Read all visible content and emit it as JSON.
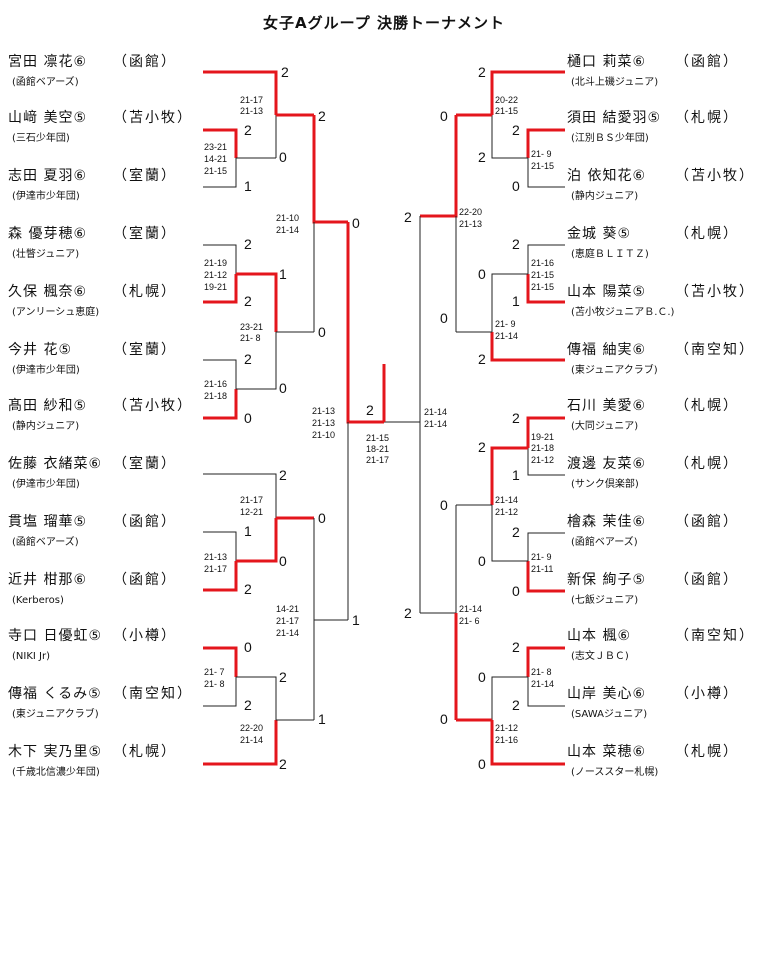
{
  "title": "女子Aグループ 決勝トーナメント",
  "colors": {
    "winner_line": "#e4161c",
    "loser_line": "#222222"
  },
  "left_players": [
    {
      "name": "宮田 凛花⑥",
      "region": "（函館）",
      "team": "(函館ベアーズ)"
    },
    {
      "name": "山﨑 美空⑤",
      "region": "（苫小牧）",
      "team": "(三石少年団)"
    },
    {
      "name": "志田 夏羽⑥",
      "region": "（室蘭）",
      "team": "(伊達市少年団)"
    },
    {
      "name": "森 優芽穂⑥",
      "region": "（室蘭）",
      "team": "(壮瞥ジュニア)"
    },
    {
      "name": "久保 楓奈⑥",
      "region": "（札幌）",
      "team": "(アンリーシュ恵庭)"
    },
    {
      "name": "今井 花⑤",
      "region": "（室蘭）",
      "team": "(伊達市少年団)"
    },
    {
      "name": "髙田 紗和⑤",
      "region": "（苫小牧）",
      "team": "(静内ジュニア)"
    },
    {
      "name": "佐藤 衣緒菜⑥",
      "region": "（室蘭）",
      "team": "(伊達市少年団)"
    },
    {
      "name": "貫塩 瑠華⑤",
      "region": "（函館）",
      "team": "(函館ベアーズ)"
    },
    {
      "name": "近井 柑那⑥",
      "region": "（函館）",
      "team": "(Kerberos)"
    },
    {
      "name": "寺口 日優虹⑤",
      "region": "（小樽）",
      "team": "(NIKI Jr)"
    },
    {
      "name": "傳福 くるみ⑤",
      "region": "（南空知）",
      "team": "(東ジュニアクラブ)"
    },
    {
      "name": "木下 実乃里⑤",
      "region": "（札幌）",
      "team": "(千歳北信濃少年団)"
    }
  ],
  "right_players": [
    {
      "name": "樋口 莉菜⑥",
      "region": "（函館）",
      "team": "(北斗上磯ジュニア)"
    },
    {
      "name": "須田 結愛羽⑤",
      "region": "（札幌）",
      "team": "(江別ＢＳ少年団)"
    },
    {
      "name": "泊 依知花⑥",
      "region": "（苫小牧）",
      "team": "(静内ジュニア)"
    },
    {
      "name": "金城 葵⑤",
      "region": "（札幌）",
      "team": "(恵庭ＢＬＩＴＺ)"
    },
    {
      "name": "山本 陽菜⑤",
      "region": "（苫小牧）",
      "team": "(苫小牧ジュニアＢ.Ｃ.)"
    },
    {
      "name": "傳福 紬実⑥",
      "region": "（南空知）",
      "team": "(東ジュニアクラブ)"
    },
    {
      "name": "石川 美愛⑥",
      "region": "（札幌）",
      "team": "(大同ジュニア)"
    },
    {
      "name": "渡邊 友菜⑥",
      "region": "（札幌）",
      "team": "(サンク倶楽部)"
    },
    {
      "name": "檜森 茉佳⑥",
      "region": "（函館）",
      "team": "(函館ベアーズ)"
    },
    {
      "name": "新保 絢子⑤",
      "region": "（函館）",
      "team": "(七飯ジュニア)"
    },
    {
      "name": "山本 楓⑥",
      "region": "（南空知）",
      "team": "(志文ＪＢＣ)"
    },
    {
      "name": "山岸 美心⑥",
      "region": "（小樽）",
      "team": "(SAWAジュニア)"
    },
    {
      "name": "山本 菜穂⑥",
      "region": "（札幌）",
      "team": "(ノーススター札幌)"
    }
  ],
  "scores": [
    {
      "text": "21-17"
    },
    {
      "text": "21-13"
    },
    {
      "text": "23-21"
    },
    {
      "text": "14-21"
    },
    {
      "text": "21-15"
    },
    {
      "text": "21-19"
    },
    {
      "text": "21-12"
    },
    {
      "text": "19-21"
    },
    {
      "text": "23-21"
    },
    {
      "text": "21- 8"
    },
    {
      "text": "21-16"
    },
    {
      "text": "21-18"
    },
    {
      "text": "21-10"
    },
    {
      "text": "21-14"
    },
    {
      "text": "21-17"
    },
    {
      "text": "12-21"
    },
    {
      "text": "21-13"
    },
    {
      "text": "21-17"
    },
    {
      "text": "21- 7"
    },
    {
      "text": "21- 8"
    },
    {
      "text": "22-20"
    },
    {
      "text": "21-14"
    },
    {
      "text": "14-21"
    },
    {
      "text": "21-17"
    },
    {
      "text": "21-14"
    },
    {
      "text": "21-13"
    },
    {
      "text": "21-13"
    },
    {
      "text": "21-10"
    },
    {
      "text": "20-22"
    },
    {
      "text": "21-15"
    },
    {
      "text": "21- 9"
    },
    {
      "text": "21-15"
    },
    {
      "text": "22-20"
    },
    {
      "text": "21-13"
    },
    {
      "text": "21-16"
    },
    {
      "text": "21-15"
    },
    {
      "text": "21-15"
    },
    {
      "text": "21- 9"
    },
    {
      "text": "21-14"
    },
    {
      "text": "21-15"
    },
    {
      "text": "18-21"
    },
    {
      "text": "21-17"
    },
    {
      "text": "21-14"
    },
    {
      "text": "21-14"
    },
    {
      "text": "19-21"
    },
    {
      "text": "21-18"
    },
    {
      "text": "21-12"
    },
    {
      "text": "21-14"
    },
    {
      "text": "21-12"
    },
    {
      "text": "21- 9"
    },
    {
      "text": "21-11"
    },
    {
      "text": "21-14"
    },
    {
      "text": "21- 6"
    },
    {
      "text": "21- 8"
    },
    {
      "text": "21-14"
    },
    {
      "text": "21-12"
    },
    {
      "text": "21-16"
    }
  ],
  "game_counts": [
    {
      "v": "2"
    },
    {
      "v": "2"
    },
    {
      "v": "0"
    },
    {
      "v": "1"
    },
    {
      "v": "2"
    },
    {
      "v": "1"
    },
    {
      "v": "2"
    },
    {
      "v": "2"
    },
    {
      "v": "0"
    },
    {
      "v": "0"
    },
    {
      "v": "0"
    },
    {
      "v": "2"
    },
    {
      "v": "2"
    },
    {
      "v": "1"
    },
    {
      "v": "0"
    },
    {
      "v": "2"
    },
    {
      "v": "0"
    },
    {
      "v": "2"
    },
    {
      "v": "2"
    },
    {
      "v": "1"
    },
    {
      "v": "2"
    },
    {
      "v": "0"
    },
    {
      "v": "0"
    },
    {
      "v": "1"
    },
    {
      "v": "2"
    },
    {
      "v": "2"
    },
    {
      "v": "2"
    },
    {
      "v": "0"
    },
    {
      "v": "2"
    },
    {
      "v": "0"
    },
    {
      "v": "1"
    },
    {
      "v": "0"
    },
    {
      "v": "2"
    },
    {
      "v": "0"
    },
    {
      "v": "2"
    },
    {
      "v": "2"
    },
    {
      "v": "2"
    },
    {
      "v": "1"
    },
    {
      "v": "0"
    },
    {
      "v": "2"
    },
    {
      "v": "0"
    },
    {
      "v": "0"
    },
    {
      "v": "2"
    },
    {
      "v": "0"
    },
    {
      "v": "2"
    },
    {
      "v": "0"
    },
    {
      "v": "0"
    },
    {
      "v": "2"
    },
    {
      "v": "2"
    }
  ]
}
